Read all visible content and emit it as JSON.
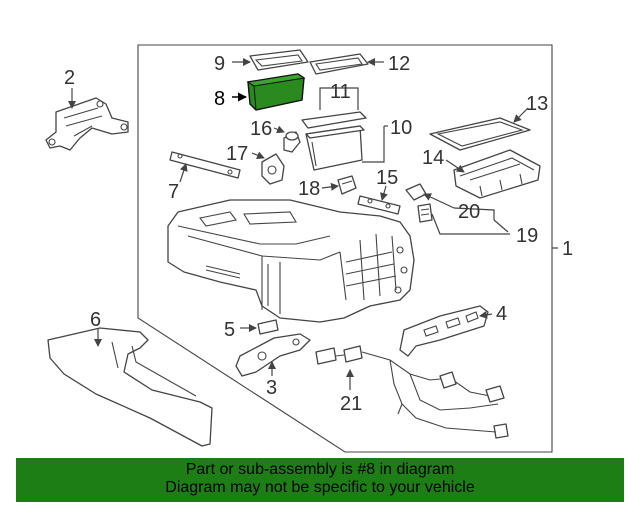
{
  "diagram": {
    "highlight_color": "#1e7e16",
    "callouts": [
      "1",
      "2",
      "3",
      "4",
      "5",
      "6",
      "7",
      "8",
      "9",
      "10",
      "11",
      "12",
      "13",
      "14",
      "15",
      "16",
      "17",
      "18",
      "19",
      "20",
      "21"
    ],
    "highlighted_part": "8"
  },
  "banner": {
    "line1": "Part or sub-assembly is #8 in diagram",
    "line2": "Diagram may not be specific to your vehicle",
    "background": "#1e7e16"
  }
}
